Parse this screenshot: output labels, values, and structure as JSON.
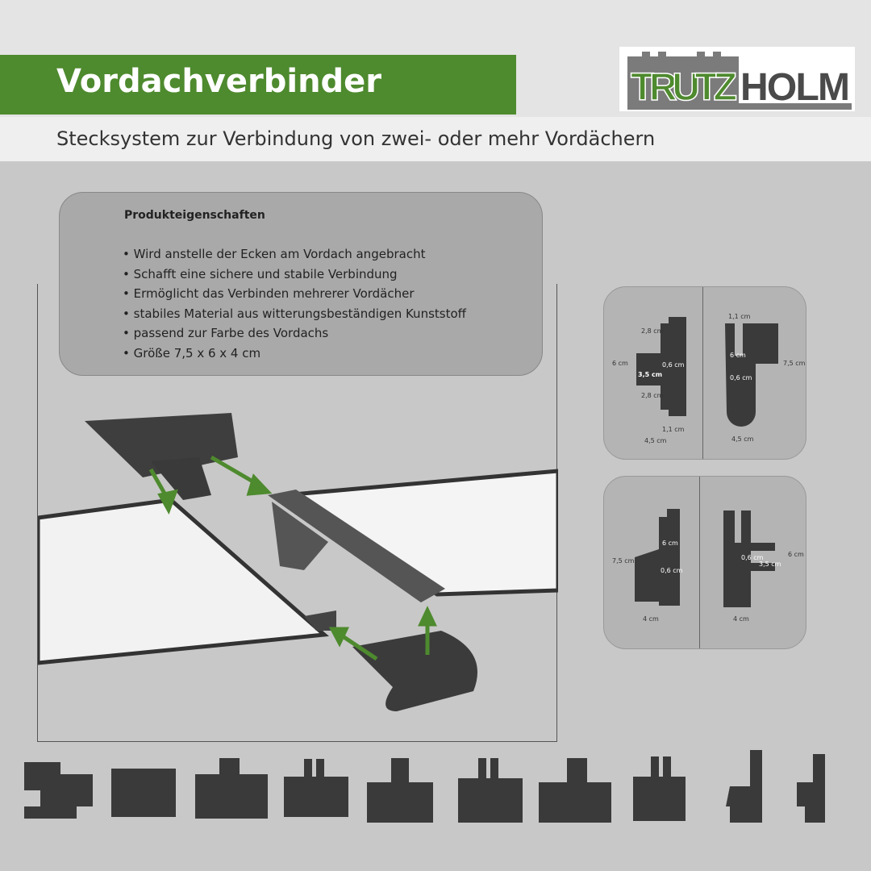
{
  "header": {
    "title": "Vordachverbinder",
    "subtitle": "Stecksystem zur Verbindung von zwei- oder mehr Vordächern",
    "brand_color": "#4e8a2e"
  },
  "logo": {
    "part1": "TRUTZ",
    "part2": "HOLM"
  },
  "properties": {
    "heading": "Produkteigenschaften",
    "items": [
      "Wird anstelle der Ecken am Vordach angebracht",
      "Schafft eine sichere und stabile Verbindung",
      "Ermöglicht das Verbinden mehrerer Vordächer",
      "stabiles Material aus witterungsbeständigen Kunststoff",
      "passend zur Farbe des Vordachs",
      "Größe 7,5 x 6 x 4 cm"
    ]
  },
  "dimensions": {
    "top_left": {
      "height": "6 cm",
      "upper": "2,8 cm",
      "lower": "2,8 cm",
      "depth": "3,5 cm",
      "slot": "0,6 cm",
      "base": "1,1 cm",
      "width": "4,5 cm"
    },
    "top_right": {
      "top": "1,1 cm",
      "height": "7,5 cm",
      "slot": "0,6 cm",
      "inner": "6 cm",
      "width": "4,5 cm"
    },
    "bottom_left": {
      "height": "7,5 cm",
      "inner": "6 cm",
      "slot": "0,6 cm",
      "width": "4 cm"
    },
    "bottom_right": {
      "height": "6 cm",
      "depth": "3,5 cm",
      "slot": "0,6 cm",
      "width": "4 cm"
    }
  }
}
